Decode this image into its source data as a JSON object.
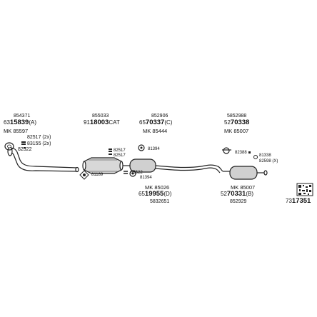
{
  "header_labels": {
    "g1_top": "854371",
    "g1_num_pre": "63",
    "g1_num_bold": "15839",
    "g1_num_suf": "(A)",
    "g1_mk": "MK 85597",
    "g1_part_a": "82517 (2x)",
    "g1_part_b": "83155 (2x)",
    "g1_part_c": "82522",
    "g2_top": "855033",
    "g2_num_pre": "91",
    "g2_num_bold": "18003",
    "g2_num_suf": "CAT",
    "g3_top": "852906",
    "g3_num_pre": "65",
    "g3_num_bold": "70337",
    "g3_num_suf": "(C)",
    "g3_mk": "MK 85444",
    "g4_top": "5852988",
    "g4_num_pre": "52",
    "g4_num_bold": "70338",
    "g4_mk": "MK 85007"
  },
  "parts": {
    "clamp_a": "82517",
    "clamp_b": "82517",
    "clamp_c": "82522",
    "gasket_a": "81189",
    "hanger_a": "81394",
    "hanger_b": "81394",
    "clamp_d": "82388",
    "hanger_c": "81338",
    "clamp_e": "82598 (X)"
  },
  "footer_labels": {
    "f1_mk": "MK 85026",
    "f1_num_pre": "65",
    "f1_num_bold": "19955",
    "f1_num_suf": "(D)",
    "f1_bottom": "5832651",
    "f2_mk": "MK 85007",
    "f2_num_pre": "52",
    "f2_num_bold": "70331",
    "f2_num_suf": "(B)",
    "f2_bottom": "852929"
  },
  "catalog_id": {
    "pre": "73",
    "bold": "17351"
  }
}
